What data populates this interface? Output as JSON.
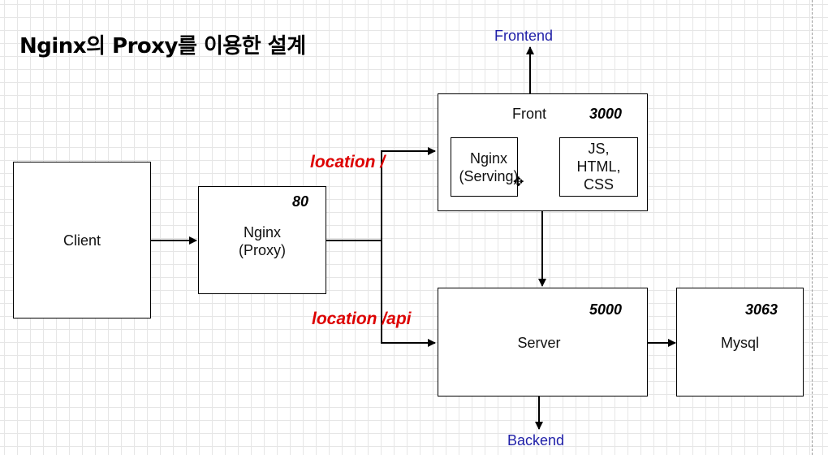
{
  "title": "Nginx의 Proxy를 이용한 설계",
  "colors": {
    "route": "#dd0000",
    "destination": "#1f1fa8",
    "line": "#000000"
  },
  "nodes": {
    "client": {
      "label": "Client"
    },
    "proxy": {
      "label": "Nginx\n(Proxy)",
      "port": "80"
    },
    "front": {
      "label": "Front",
      "port": "3000"
    },
    "serving": {
      "label": "Nginx\n(Serving)"
    },
    "static": {
      "label": "JS,\nHTML,\nCSS"
    },
    "server": {
      "label": "Server",
      "port": "5000"
    },
    "mysql": {
      "label": "Mysql",
      "port": "3063"
    }
  },
  "routes": {
    "root": "location /",
    "api": "location /api"
  },
  "destinations": {
    "frontend": "Frontend",
    "backend": "Backend"
  },
  "cursor_icon": "move-cursor-icon"
}
